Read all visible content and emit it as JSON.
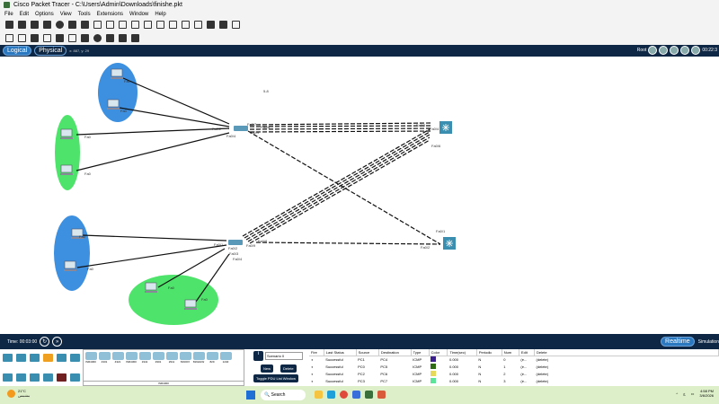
{
  "window": {
    "title": "Cisco Packet Tracer - C:\\Users\\Admin\\Downloads\\finishe.pkt"
  },
  "menu": [
    "File",
    "Edit",
    "Options",
    "View",
    "Tools",
    "Extensions",
    "Window",
    "Help"
  ],
  "nav": {
    "logical": "Logical",
    "physical": "Physical",
    "coord": "x: 887, y: 29",
    "root": "Root",
    "clock": "00:22:3"
  },
  "canvas": {
    "note": "5-8",
    "labels": {
      "top_pc1": "Fa0",
      "top_pc2": "Fa0",
      "left_pc1": "Fa0",
      "left_pc2": "Fa0",
      "sw1_a": "Fa0/2",
      "sw1_b": "Fa0/4",
      "sw1_c": "Fa0/7",
      "sw1_d": "Fa0/8",
      "sw1_e": "Fa0/9",
      "mls1_a": "Fa0/3",
      "mls1_b": "Fa0/4",
      "mls1_c": "Fa0/6",
      "sw2_a": "Fa0/1",
      "sw2_b": "Fa0/2",
      "sw2_c": "Fa0/3",
      "sw2_d": "Fa0/4",
      "sw2_e": "Fa0/8",
      "sw2_f": "Fa0/9",
      "mls2_a": "Fa0/1",
      "mls2_b": "Fa0/2",
      "bl_pc1": "Fa0",
      "bl_pc2": "Fa0",
      "bg_pc1": "Fa0",
      "bg_pc2": "Fa0"
    },
    "colors": {
      "blue_zone": "#3d8fe0",
      "green_zone": "#4ee36a"
    }
  },
  "status": {
    "time": "Time: 00:03:00",
    "realtime": "Realtime",
    "simulation": "Simulation"
  },
  "devices": {
    "models": [
      "ISR4300",
      "4331",
      "4321",
      "ISR4300",
      "1941",
      "2901",
      "2911",
      "819IOX",
      "819HGW",
      "829",
      "1240"
    ],
    "caption": "ISR4300"
  },
  "scenario": {
    "selected": "Scenario 0",
    "new": "New",
    "delete": "Delete",
    "toggle": "Toggle PDU List Window"
  },
  "pdu": {
    "headers": [
      "Fire",
      "Last Status",
      "Source",
      "Destination",
      "Type",
      "Color",
      "Time(sec)",
      "Periodic",
      "Num",
      "Edit",
      "Delete"
    ],
    "rows": [
      {
        "status": "Successful",
        "src": "PC1",
        "dst": "PC4",
        "type": "ICMP",
        "color": "#3b1f8a",
        "time": "0.000",
        "periodic": "N",
        "num": "0",
        "edit": "(e...",
        "delete": "(delete)"
      },
      {
        "status": "Successful",
        "src": "PC0",
        "dst": "PC5",
        "type": "ICMP",
        "color": "#2f6b12",
        "time": "0.000",
        "periodic": "N",
        "num": "1",
        "edit": "(e...",
        "delete": "(delete)"
      },
      {
        "status": "Successful",
        "src": "PC2",
        "dst": "PC6",
        "type": "ICMP",
        "color": "#e6d85a",
        "time": "0.000",
        "periodic": "N",
        "num": "2",
        "edit": "(e...",
        "delete": "(delete)"
      },
      {
        "status": "Successful",
        "src": "PC3",
        "dst": "PC7",
        "type": "ICMP",
        "color": "#5ee39a",
        "time": "0.000",
        "periodic": "N",
        "num": "3",
        "edit": "(e...",
        "delete": "(delete)"
      }
    ]
  },
  "taskbar": {
    "temp": "21°C",
    "weather": "مشمس",
    "search": "Search",
    "time": "4:58 PM",
    "date": "3/6/2026",
    "lang": "ع"
  }
}
